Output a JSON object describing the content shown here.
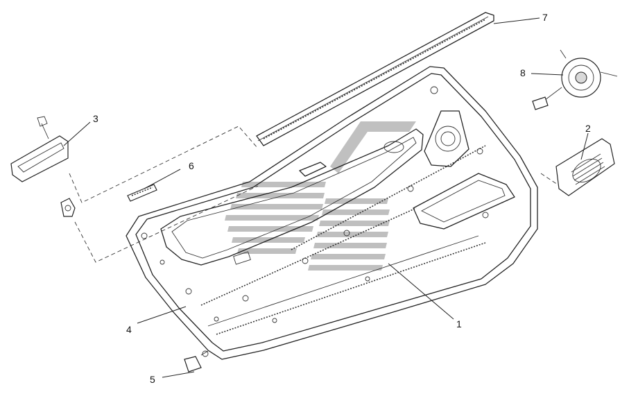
{
  "diagram": {
    "callouts": [
      {
        "id": "1",
        "label": "1"
      },
      {
        "id": "2",
        "label": "2"
      },
      {
        "id": "3",
        "label": "3"
      },
      {
        "id": "4",
        "label": "4"
      },
      {
        "id": "5",
        "label": "5"
      },
      {
        "id": "6",
        "label": "6"
      },
      {
        "id": "7",
        "label": "7"
      },
      {
        "id": "8",
        "label": "8"
      }
    ],
    "watermark_color": "#8c8c8c",
    "line_color": "#222222",
    "background": "#ffffff"
  }
}
